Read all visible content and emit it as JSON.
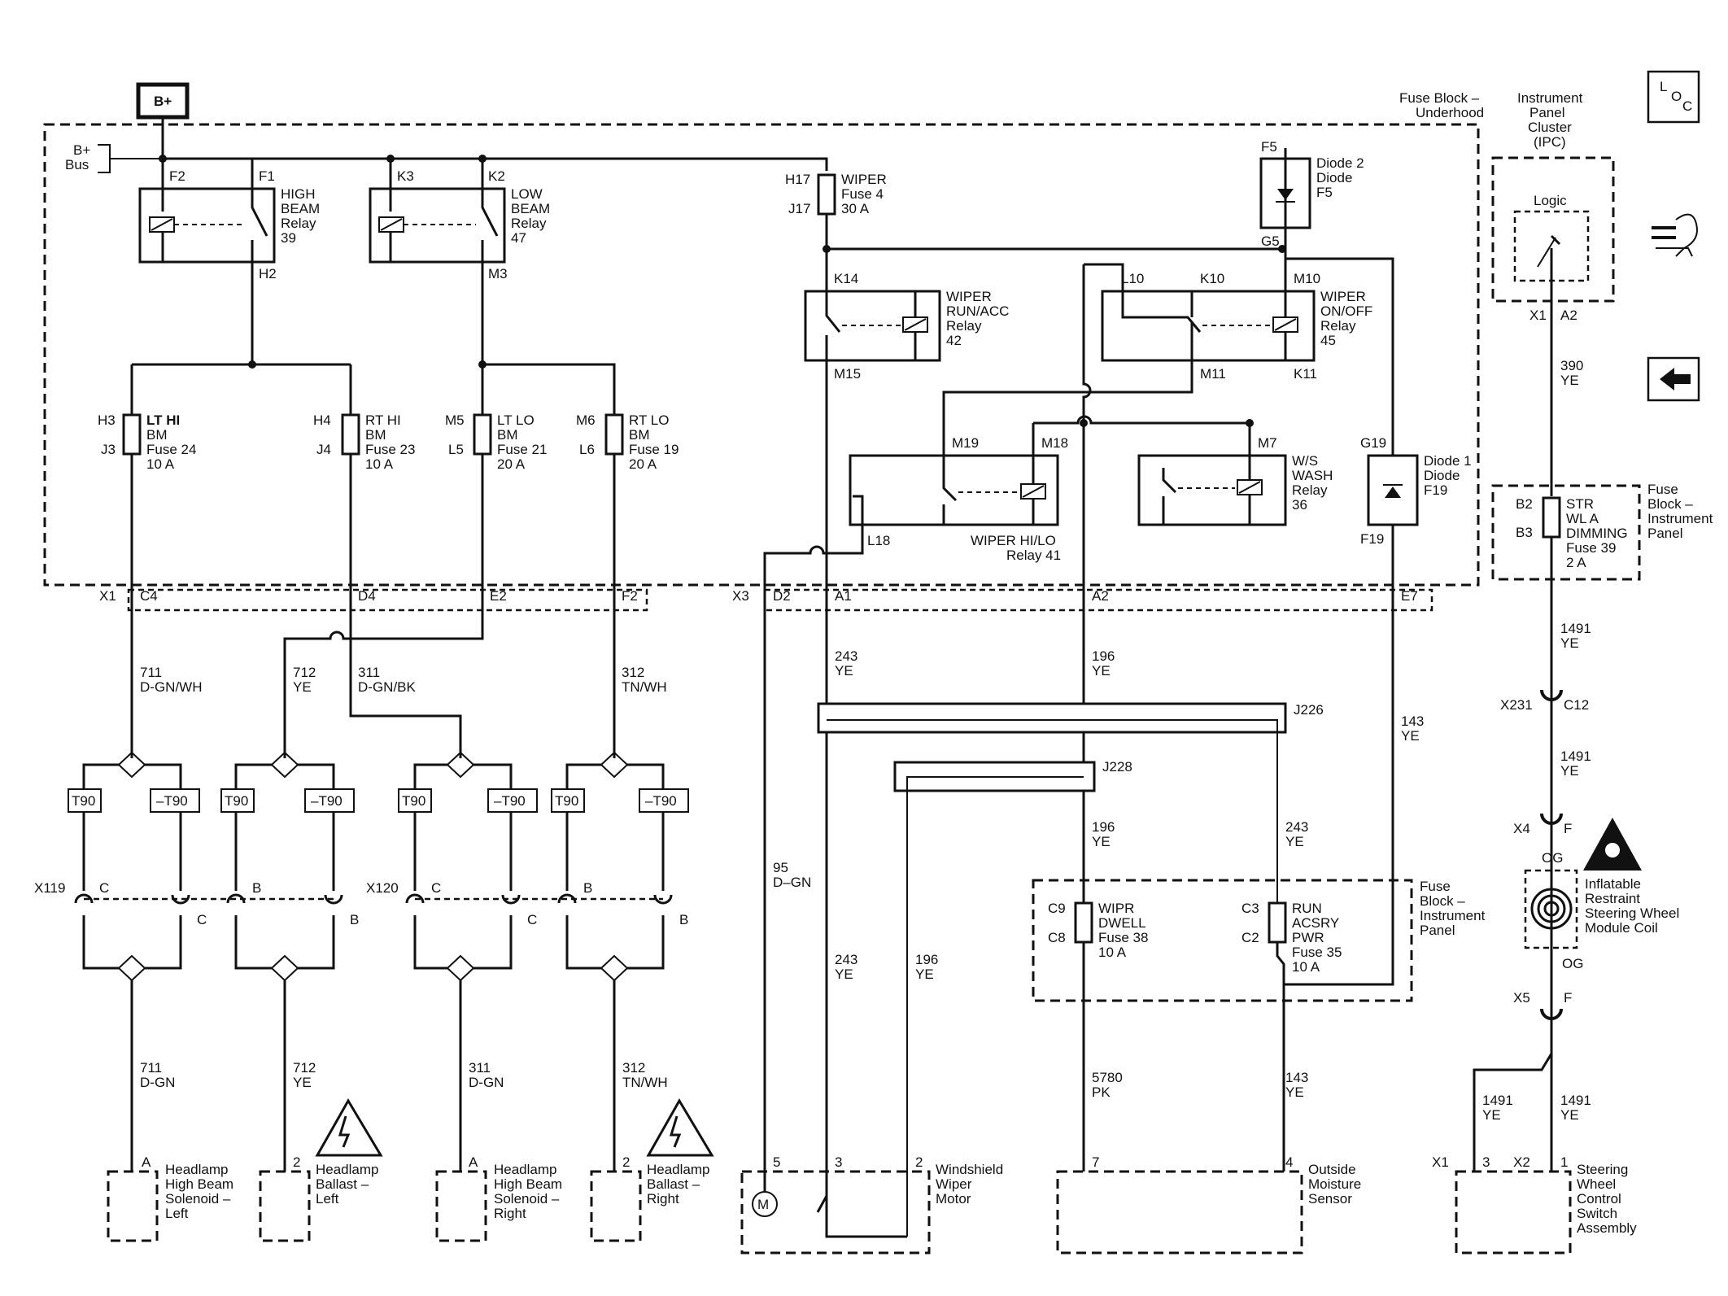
{
  "labels": {
    "bplus": "B+",
    "bplus_bus": [
      "B+",
      "Bus"
    ],
    "fuse_block_underhood": [
      "Fuse Block –",
      "Underhood"
    ],
    "ipc": [
      "Instrument",
      "Panel",
      "Cluster",
      "(IPC)"
    ],
    "logic": "Logic",
    "ipc_pins": {
      "x1": "X1",
      "a2": "A2"
    },
    "fuse_block_ip": [
      "Fuse",
      "Block –",
      "Instrument",
      "Panel"
    ],
    "fuse_block_ip2": [
      "Fuse",
      "Block –",
      "Instrument",
      "Panel"
    ],
    "high_beam_relay": [
      "HIGH",
      "BEAM",
      "Relay",
      "39"
    ],
    "low_beam_relay": [
      "LOW",
      "BEAM",
      "Relay",
      "47"
    ],
    "wiper_fuse": [
      "WIPER",
      "Fuse 4",
      "30 A"
    ],
    "diode2": [
      "Diode 2",
      "Diode",
      "F5"
    ],
    "wiper_run_relay": [
      "WIPER",
      "RUN/ACC",
      "Relay",
      "42"
    ],
    "wiper_onoff_relay": [
      "WIPER",
      "ON/OFF",
      "Relay",
      "45"
    ],
    "wiper_hilo_relay": [
      "WIPER HI/LO",
      "Relay 41"
    ],
    "ws_wash_relay": [
      "W/S",
      "WASH",
      "Relay",
      "36"
    ],
    "diode1": [
      "Diode 1",
      "Diode",
      "F19"
    ],
    "fuse24": [
      "LT HI",
      "BM",
      "Fuse 24",
      "10 A"
    ],
    "fuse23": [
      "RT HI",
      "BM",
      "Fuse 23",
      "10 A"
    ],
    "fuse21": [
      "LT LO",
      "BM",
      "Fuse 21",
      "20 A"
    ],
    "fuse19": [
      "RT LO",
      "BM",
      "Fuse 19",
      "20 A"
    ],
    "fuse39": [
      "STR",
      "WL A",
      "DIMMING",
      "Fuse 39",
      "2 A"
    ],
    "fuse38": [
      "WIPR",
      "DWELL",
      "Fuse 38",
      "10 A"
    ],
    "fuse35": [
      "RUN",
      "ACSRY",
      "PWR",
      "Fuse 35",
      "10 A"
    ],
    "hs_left": [
      "Headlamp",
      "High Beam",
      "Solenoid –",
      "Left"
    ],
    "ballast_left": [
      "Headlamp",
      "Ballast –",
      "Left"
    ],
    "hs_right": [
      "Headlamp",
      "High Beam",
      "Solenoid –",
      "Right"
    ],
    "ballast_right": [
      "Headlamp",
      "Ballast –",
      "Right"
    ],
    "wiper_motor": [
      "Windshield",
      "Wiper",
      "Motor"
    ],
    "moisture": [
      "Outside",
      "Moisture",
      "Sensor"
    ],
    "swc": [
      "Steering",
      "Wheel",
      "Control",
      "Switch",
      "Assembly"
    ],
    "airbag_coil": [
      "Inflatable",
      "Restraint",
      "Steering Wheel",
      "Module Coil"
    ],
    "motor_symbol": "M",
    "t90": "T90",
    "t90n": "–T90"
  },
  "pins": {
    "f2": "F2",
    "f1": "F1",
    "k3": "K3",
    "k2": "K2",
    "h2": "H2",
    "m3": "M3",
    "h17": "H17",
    "j17": "J17",
    "f5": "F5",
    "g5": "G5",
    "k14": "K14",
    "m15": "M15",
    "l10": "L10",
    "k10": "K10",
    "m10": "M10",
    "m11": "M11",
    "k11": "K11",
    "m19": "M19",
    "m18": "M18",
    "m7": "M7",
    "g19": "G19",
    "f19": "F19",
    "l18": "L18",
    "h3": "H3",
    "j3": "J3",
    "h4": "H4",
    "j4": "J4",
    "m5": "M5",
    "l5": "L5",
    "m6": "M6",
    "l6": "L6",
    "x1": "X1",
    "c4": "C4",
    "d4": "D4",
    "e2": "E2",
    "f2b": "F2",
    "x3": "X3",
    "d2": "D2",
    "a1": "A1",
    "a2": "A2",
    "e7": "E7",
    "b2": "B2",
    "b3": "B3",
    "c9": "C9",
    "c8": "C8",
    "c3": "C3",
    "c2": "C2",
    "x119": "X119",
    "x120": "X120",
    "c": "C",
    "b": "B",
    "j226": "J226",
    "j228": "J228",
    "x231": "X231",
    "c12": "C12",
    "x4": "X4",
    "f": "F",
    "og": "OG",
    "x5": "X5",
    "p_a": "A",
    "p_2": "2",
    "p_5": "5",
    "p_3": "3",
    "p_7": "7",
    "p_4": "4",
    "x1b": "X1",
    "x2": "X2",
    "p_1": "1"
  },
  "wires": {
    "w711": [
      "711",
      "D-GN/WH"
    ],
    "w712": [
      "712",
      "YE"
    ],
    "w311": [
      "311",
      "D-GN/BK"
    ],
    "w312": [
      "312",
      "TN/WH"
    ],
    "w243": [
      "243",
      "YE"
    ],
    "w196": [
      "196",
      "YE"
    ],
    "w390": [
      "390",
      "YE"
    ],
    "w1491a": [
      "1491",
      "YE"
    ],
    "w1491b": [
      "1491",
      "YE"
    ],
    "w143": [
      "143",
      "YE"
    ],
    "w196b": [
      "196",
      "YE"
    ],
    "w243b": [
      "243",
      "YE"
    ],
    "w95": [
      "95",
      "D–GN"
    ],
    "w243c": [
      "243",
      "YE"
    ],
    "w196c": [
      "196",
      "YE"
    ],
    "w711b": [
      "711",
      "D-GN"
    ],
    "w712b": [
      "712",
      "YE"
    ],
    "w311b": [
      "311",
      "D-GN"
    ],
    "w312b": [
      "312",
      "TN/WH"
    ],
    "w5780": [
      "5780",
      "PK"
    ],
    "w143b": [
      "143",
      "YE"
    ],
    "w1491c": [
      "1491",
      "YE"
    ],
    "w1491d": [
      "1491",
      "YE"
    ]
  },
  "icons": [
    "loc-icon",
    "schematic-nav-icon",
    "back-arrow-icon",
    "esd-warning-icon",
    "airbag-warning-icon"
  ],
  "side_icon_text": {
    "loc": [
      "L",
      "O",
      "C"
    ]
  }
}
